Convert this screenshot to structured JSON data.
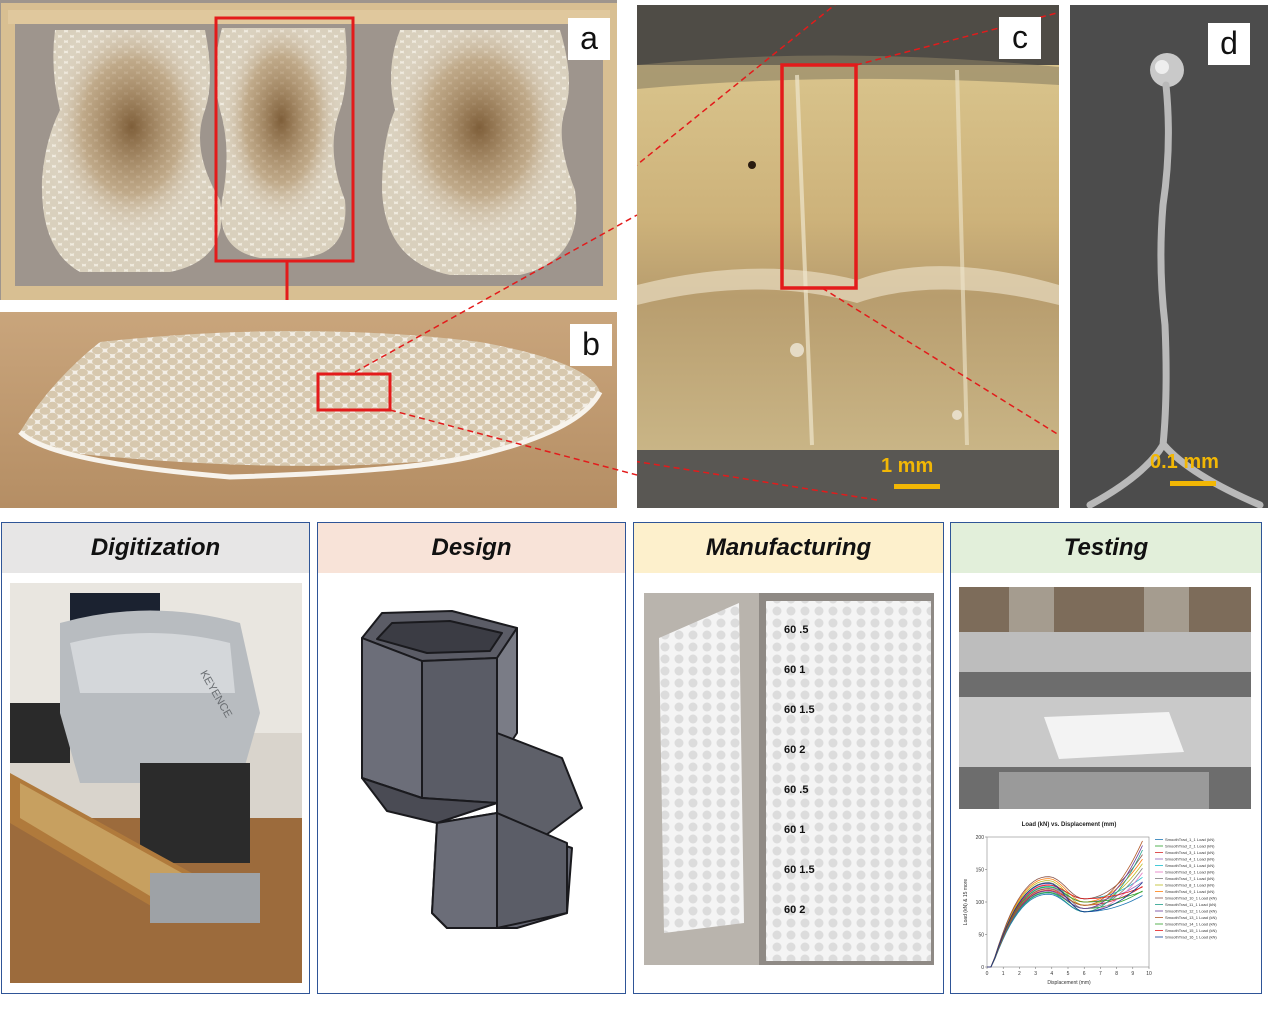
{
  "panels": {
    "a": {
      "label": "a"
    },
    "b": {
      "label": "b"
    },
    "c": {
      "label": "c",
      "scale": "1 mm"
    },
    "d": {
      "label": "d",
      "scale": "0.1 mm"
    }
  },
  "workflow": {
    "digitization": {
      "title": "Digitization",
      "color": "#e7e6e6"
    },
    "design": {
      "title": "Design",
      "color": "#f8e3d8"
    },
    "manufacturing": {
      "title": "Manufacturing",
      "color": "#fdf0cc"
    },
    "testing": {
      "title": "Testing",
      "color": "#e2efda"
    }
  },
  "scanner_brand": "KEYENCE",
  "specimen_labels": [
    "60 .5",
    "60 1",
    "60 1.5",
    "60 2",
    "60 .5",
    "60 1",
    "60 1.5",
    "60 2"
  ],
  "plot": {
    "title": "Load (kN) vs. Displacement (mm)",
    "xlabel": "Displacement (mm)",
    "ylabel": "Load (kN) & 15 more",
    "x_ticks": [
      "0",
      "1",
      "2",
      "3",
      "4",
      "5",
      "6",
      "7",
      "8",
      "9",
      "10"
    ],
    "y_ticks": [
      "0",
      "50",
      "100",
      "150",
      "200"
    ],
    "legend": [
      "SmoothTrad_1_1 Load (kN)",
      "SmoothTrad_2_1 Load (kN)",
      "SmoothTrad_3_1 Load (kN)",
      "SmoothTrad_4_1 Load (kN)",
      "SmoothTrad_5_1 Load (kN)",
      "SmoothTrad_6_1 Load (kN)",
      "SmoothTrad_7_1 Load (kN)",
      "SmoothTrad_8_1 Load (kN)",
      "SmoothTrad_9_1 Load (kN)",
      "SmoothTrad_10_1 Load (kN)",
      "SmoothTrad_11_1 Load (kN)",
      "SmoothTrad_12_1 Load (kN)",
      "SmoothTrad_13_1 Load (kN)",
      "SmoothTrad_14_1 Load (kN)",
      "SmoothTrad_15_1 Load (kN)",
      "SmoothTrad_16_1 Load (kN)"
    ],
    "series_colors": [
      "#1f77b4",
      "#2ca02c",
      "#d62728",
      "#9467bd",
      "#17becf",
      "#e377c2",
      "#7f7f7f",
      "#bcbd22",
      "#ff7f0e",
      "#8c564b",
      "#1f9e89",
      "#6a3d9a",
      "#b15928",
      "#33a02c",
      "#e31a1c",
      "#0b3d91"
    ]
  }
}
